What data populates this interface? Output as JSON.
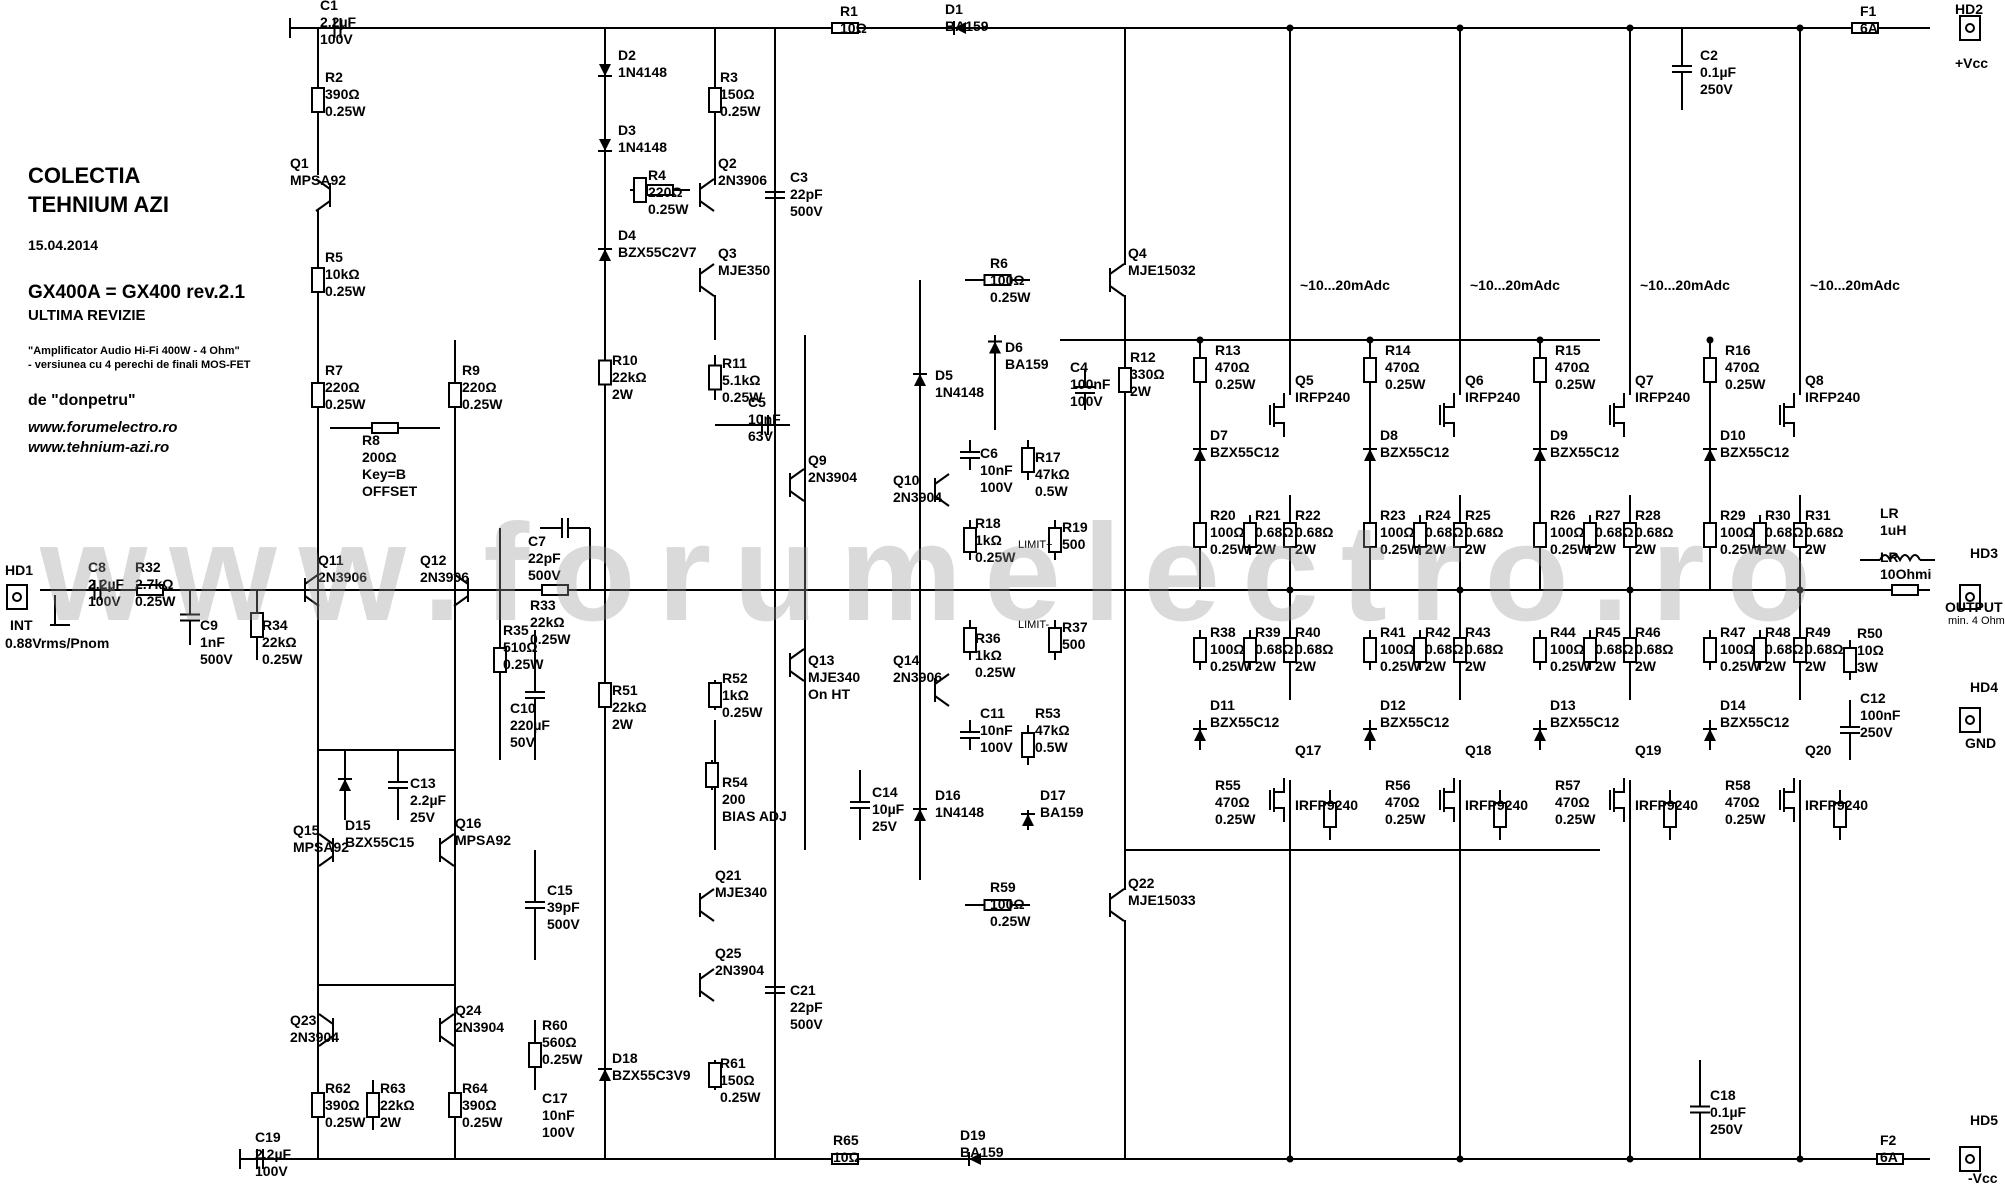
{
  "header": {
    "title1": "COLECTIA",
    "title2": "TEHNIUM AZI",
    "date": "15.04.2014",
    "model": "GX400A = GX400 rev.2.1",
    "revision": "ULTIMA REVIZIE",
    "desc1": "\"Amplificator Audio Hi-Fi 400W - 4 Ohm\"",
    "desc2": "- versiunea cu 4 perechi de finali MOS-FET",
    "author": "de \"donpetru\"",
    "site1": "www.forumelectro.ro",
    "site2": "www.tehnium-azi.ro"
  },
  "watermark": "www.forumelectro.ro",
  "connectors": {
    "hd1": "HD1",
    "hd1_name": "INT",
    "hd1_level": "0.88Vrms/Pnom",
    "hd2": "HD2",
    "hd2_name": "+Vcc",
    "hd3": "HD3",
    "hd3_name": "OUTPUT",
    "hd3_note": "min. 4 Ohm",
    "hd4": "HD4",
    "hd4_name": "GND",
    "hd5": "HD5",
    "hd5_name": "-Vcc"
  },
  "bias_current": "~10...20mAdc",
  "components": {
    "c1": [
      "C1",
      "2.2µF",
      "100V"
    ],
    "r2": [
      "R2",
      "390Ω",
      "0.25W"
    ],
    "q1": [
      "Q1",
      "MPSA92"
    ],
    "r5": [
      "R5",
      "10kΩ",
      "0.25W"
    ],
    "d2": [
      "D2",
      "1N4148"
    ],
    "d3": [
      "D3",
      "1N4148"
    ],
    "r4": [
      "R4",
      "220Ω",
      "0.25W"
    ],
    "d4": [
      "D4",
      "BZX55C2V7"
    ],
    "r3": [
      "R3",
      "150Ω",
      "0.25W"
    ],
    "q2": [
      "Q2",
      "2N3906"
    ],
    "q3": [
      "Q3",
      "MJE350"
    ],
    "c3": [
      "C3",
      "22pF",
      "500V"
    ],
    "r1": [
      "R1",
      "10Ω"
    ],
    "d1": [
      "D1",
      "BA159"
    ],
    "f1": [
      "F1",
      "6A"
    ],
    "c2": [
      "C2",
      "0.1µF",
      "250V"
    ],
    "r7": [
      "R7",
      "220Ω",
      "0.25W"
    ],
    "r9": [
      "R9",
      "220Ω",
      "0.25W"
    ],
    "r8": [
      "R8",
      "200Ω",
      "Key=B",
      "OFFSET"
    ],
    "r10": [
      "R10",
      "22kΩ",
      "2W"
    ],
    "r11": [
      "R11",
      "5.1kΩ",
      "0.25W"
    ],
    "c5": [
      "C5",
      "10nF",
      "63V"
    ],
    "q9": [
      "Q9",
      "2N3904"
    ],
    "r6": [
      "R6",
      "100Ω",
      "0.25W"
    ],
    "q4": [
      "Q4",
      "MJE15032"
    ],
    "d5": [
      "D5",
      "1N4148"
    ],
    "d6": [
      "D6",
      "BA159"
    ],
    "c4": [
      "C4",
      "100nF",
      "100V"
    ],
    "r12": [
      "R12",
      "330Ω",
      "2W"
    ],
    "c6": [
      "C6",
      "10nF",
      "100V"
    ],
    "r17": [
      "R17",
      "47kΩ",
      "0.5W"
    ],
    "q10": [
      "Q10",
      "2N3904"
    ],
    "r18": [
      "R18",
      "1kΩ",
      "0.25W"
    ],
    "r19": [
      "R19",
      "500"
    ],
    "limit1": "LIMIT+",
    "limit2": "LIMIT-",
    "c7": [
      "C7",
      "22pF",
      "500V"
    ],
    "r33": [
      "R33",
      "22kΩ",
      "0.25W"
    ],
    "r35": [
      "R35",
      "510Ω",
      "0.25W"
    ],
    "c10": [
      "C10",
      "220µF",
      "50V"
    ],
    "c8": [
      "C8",
      "2.2µF",
      "100V"
    ],
    "r32": [
      "R32",
      "2.7kΩ",
      "0.25W"
    ],
    "c9": [
      "C9",
      "1nF",
      "500V"
    ],
    "r34": [
      "R34",
      "22kΩ",
      "0.25W"
    ],
    "q11": [
      "Q11",
      "2N3906"
    ],
    "q12": [
      "Q12",
      "2N3906"
    ],
    "r51": [
      "R51",
      "22kΩ",
      "2W"
    ],
    "r52": [
      "R52",
      "1kΩ",
      "0.25W"
    ],
    "q13": [
      "Q13",
      "MJE340",
      "On HT"
    ],
    "r54": [
      "R54",
      "200",
      "BIAS ADJ"
    ],
    "c14": [
      "C14",
      "10µF",
      "25V"
    ],
    "r36": [
      "R36",
      "1kΩ",
      "0.25W"
    ],
    "r37": [
      "R37",
      "500"
    ],
    "q14": [
      "Q14",
      "2N3906"
    ],
    "c11": [
      "C11",
      "10nF",
      "100V"
    ],
    "r53": [
      "R53",
      "47kΩ",
      "0.5W"
    ],
    "d16": [
      "D16",
      "1N4148"
    ],
    "d17": [
      "D17",
      "BA159"
    ],
    "d15": [
      "D15",
      "BZX55C15"
    ],
    "c13": [
      "C13",
      "2.2µF",
      "25V"
    ],
    "q15": [
      "Q15",
      "MPSA92"
    ],
    "q16": [
      "Q16",
      "MPSA92"
    ],
    "c15": [
      "C15",
      "39pF",
      "500V"
    ],
    "q21": [
      "Q21",
      "MJE340"
    ],
    "q25": [
      "Q25",
      "2N3904"
    ],
    "c21": [
      "C21",
      "22pF",
      "500V"
    ],
    "r59": [
      "R59",
      "100Ω",
      "0.25W"
    ],
    "q22": [
      "Q22",
      "MJE15033"
    ],
    "q23": [
      "Q23",
      "2N3904"
    ],
    "q24": [
      "Q24",
      "2N3904"
    ],
    "r62": [
      "R62",
      "390Ω",
      "0.25W"
    ],
    "r63": [
      "R63",
      "22kΩ",
      "2W"
    ],
    "r64": [
      "R64",
      "390Ω",
      "0.25W"
    ],
    "r60": [
      "R60",
      "560Ω",
      "0.25W"
    ],
    "c17": [
      "C17",
      "10nF",
      "100V"
    ],
    "d18": [
      "D18",
      "BZX55C3V9"
    ],
    "r61": [
      "R61",
      "150Ω",
      "0.25W"
    ],
    "c19": [
      "C19",
      "2.2µF",
      "100V"
    ],
    "r65": [
      "R65",
      "10Ω"
    ],
    "d19": [
      "D19",
      "BA159"
    ],
    "f2": [
      "F2",
      "6A"
    ],
    "c18": [
      "C18",
      "0.1µF",
      "250V"
    ],
    "lr": [
      "LR",
      "1uH"
    ],
    "lr_r": [
      "LR",
      "10Ohmi"
    ],
    "r50": [
      "R50",
      "10Ω",
      "3W"
    ],
    "c12": [
      "C12",
      "100nF",
      "250V"
    ]
  },
  "output_stages": [
    {
      "rg_top": [
        "R13",
        "470Ω",
        "0.25W"
      ],
      "q_n": [
        "Q5",
        "IRFP240"
      ],
      "dz_top": [
        "D7",
        "BZX55C12"
      ],
      "rgs_top": [
        "R20",
        "100Ω",
        "0.25W"
      ],
      "rs_top1": [
        "R21",
        "0.68Ω",
        "2W"
      ],
      "rs_top2": [
        "R22",
        "0.68Ω",
        "2W"
      ],
      "rgs_bot": [
        "R38",
        "100Ω",
        "0.25W"
      ],
      "rs_bot1": [
        "R39",
        "0.68Ω",
        "2W"
      ],
      "rs_bot2": [
        "R40",
        "0.68Ω",
        "2W"
      ],
      "dz_bot": [
        "D11",
        "BZX55C12"
      ],
      "q_p": [
        "Q17",
        "IRFP9240"
      ],
      "rg_bot": [
        "R55",
        "470Ω",
        "0.25W"
      ]
    },
    {
      "rg_top": [
        "R14",
        "470Ω",
        "0.25W"
      ],
      "q_n": [
        "Q6",
        "IRFP240"
      ],
      "dz_top": [
        "D8",
        "BZX55C12"
      ],
      "rgs_top": [
        "R23",
        "100Ω",
        "0.25W"
      ],
      "rs_top1": [
        "R24",
        "0.68Ω",
        "2W"
      ],
      "rs_top2": [
        "R25",
        "0.68Ω",
        "2W"
      ],
      "rgs_bot": [
        "R41",
        "100Ω",
        "0.25W"
      ],
      "rs_bot1": [
        "R42",
        "0.68Ω",
        "2W"
      ],
      "rs_bot2": [
        "R43",
        "0.68Ω",
        "2W"
      ],
      "dz_bot": [
        "D12",
        "BZX55C12"
      ],
      "q_p": [
        "Q18",
        "IRFP9240"
      ],
      "rg_bot": [
        "R56",
        "470Ω",
        "0.25W"
      ]
    },
    {
      "rg_top": [
        "R15",
        "470Ω",
        "0.25W"
      ],
      "q_n": [
        "Q7",
        "IRFP240"
      ],
      "dz_top": [
        "D9",
        "BZX55C12"
      ],
      "rgs_top": [
        "R26",
        "100Ω",
        "0.25W"
      ],
      "rs_top1": [
        "R27",
        "0.68Ω",
        "2W"
      ],
      "rs_top2": [
        "R28",
        "0.68Ω",
        "2W"
      ],
      "rgs_bot": [
        "R44",
        "100Ω",
        "0.25W"
      ],
      "rs_bot1": [
        "R45",
        "0.68Ω",
        "2W"
      ],
      "rs_bot2": [
        "R46",
        "0.68Ω",
        "2W"
      ],
      "dz_bot": [
        "D13",
        "BZX55C12"
      ],
      "q_p": [
        "Q19",
        "IRFP9240"
      ],
      "rg_bot": [
        "R57",
        "470Ω",
        "0.25W"
      ]
    },
    {
      "rg_top": [
        "R16",
        "470Ω",
        "0.25W"
      ],
      "q_n": [
        "Q8",
        "IRFP240"
      ],
      "dz_top": [
        "D10",
        "BZX55C12"
      ],
      "rgs_top": [
        "R29",
        "100Ω",
        "0.25W"
      ],
      "rs_top1": [
        "R30",
        "0.68Ω",
        "2W"
      ],
      "rs_top2": [
        "R31",
        "0.68Ω",
        "2W"
      ],
      "rgs_bot": [
        "R47",
        "100Ω",
        "0.25W"
      ],
      "rs_bot1": [
        "R48",
        "0.68Ω",
        "2W"
      ],
      "rs_bot2": [
        "R49",
        "0.68Ω",
        "2W"
      ],
      "dz_bot": [
        "D14",
        "BZX55C12"
      ],
      "q_p": [
        "Q20",
        "IRFP9240"
      ],
      "rg_bot": [
        "R58",
        "470Ω",
        "0.25W"
      ]
    }
  ]
}
